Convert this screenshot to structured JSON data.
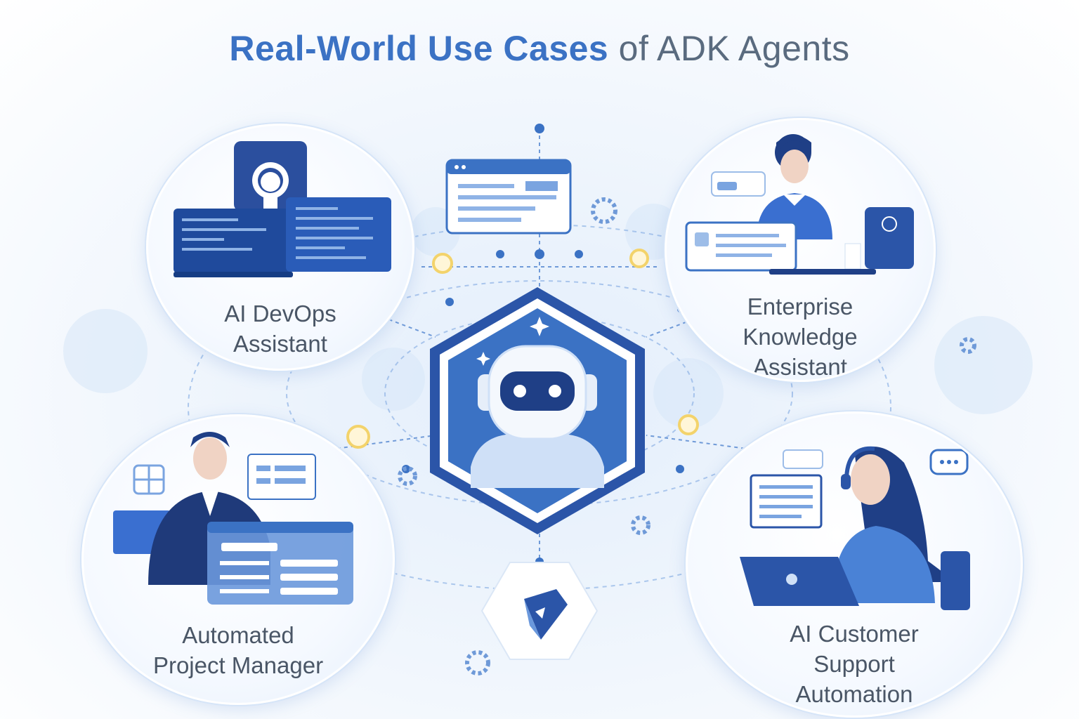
{
  "title": {
    "bold": "Real-World Use Cases",
    "rest": "of ADK Agents"
  },
  "use_cases": [
    {
      "id": "devops",
      "line1": "AI DevOps",
      "line2": "Assistant"
    },
    {
      "id": "knowledge",
      "line1": "Enterprise",
      "line2": "Knowledge",
      "line3": "Assistant"
    },
    {
      "id": "project",
      "line1": "Automated",
      "line2": "Project Manager"
    },
    {
      "id": "support",
      "line1": "AI Customer",
      "line2": "Support",
      "line3": "Automation"
    }
  ],
  "colors": {
    "primary": "#3b72c4",
    "dark_blue": "#2b55a8",
    "light_blue": "#cfe0f7",
    "text": "#4a5666",
    "glow": "#f3d36b"
  },
  "icons": [
    "robot-icon",
    "sparkle-icon",
    "gear-icon",
    "adk-logo-icon",
    "github-icon",
    "headset-icon",
    "chat-bubble-icon"
  ]
}
